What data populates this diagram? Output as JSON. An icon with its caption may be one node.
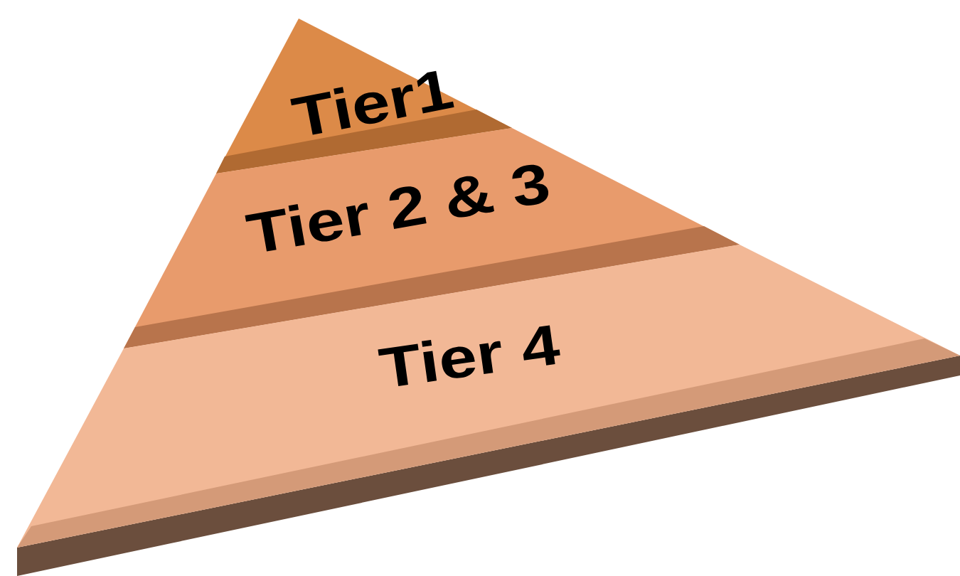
{
  "diagram": {
    "nodes": [
      {
        "text": [
          "Tier1"
        ]
      },
      {
        "text": [
          "Tier 2 & 3"
        ]
      },
      {
        "text": [
          "Tier 4"
        ]
      }
    ]
  }
}
